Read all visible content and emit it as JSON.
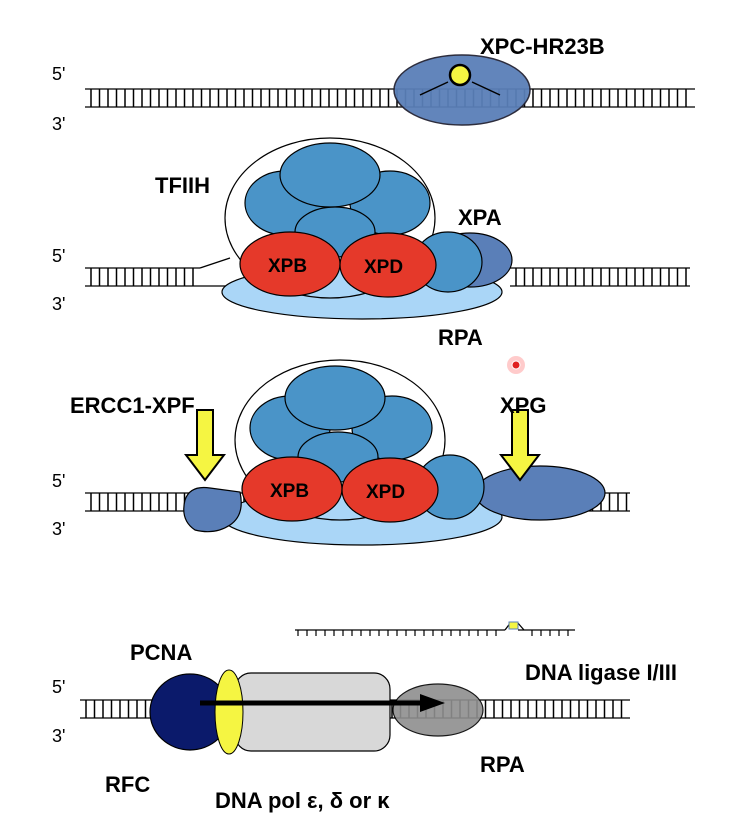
{
  "colors": {
    "xpc": "#5a7fb8",
    "tfiih_subunit": "#4a94c8",
    "xpb_xpd": "#e5392a",
    "rpa_light": "#aad6f7",
    "lesion": "#f5f542",
    "pcna": "#0b1a6b",
    "polymerase": "#d8d8d8",
    "rpa_gray": "#8f8f8f"
  },
  "panel1": {
    "five": "5'",
    "three": "3'",
    "xpc_label": "XPC-HR23B"
  },
  "panel2": {
    "five": "5'",
    "three": "3'",
    "tfiih_label": "TFIIH",
    "xpa_label": "XPA",
    "rpa_label": "RPA",
    "xpb": "XPB",
    "xpd": "XPD"
  },
  "panel3": {
    "five": "5'",
    "three": "3'",
    "ercc1_label": "ERCC1-XPF",
    "xpg_label": "XPG",
    "xpb": "XPB",
    "xpd": "XPD"
  },
  "panel4": {
    "five": "5'",
    "three": "3'",
    "pcna_label": "PCNA",
    "ligase_label": "DNA ligase I/III",
    "rpa_label": "RPA",
    "rfc_label": "RFC",
    "pol_label": "DNA pol ε, δ or κ"
  }
}
